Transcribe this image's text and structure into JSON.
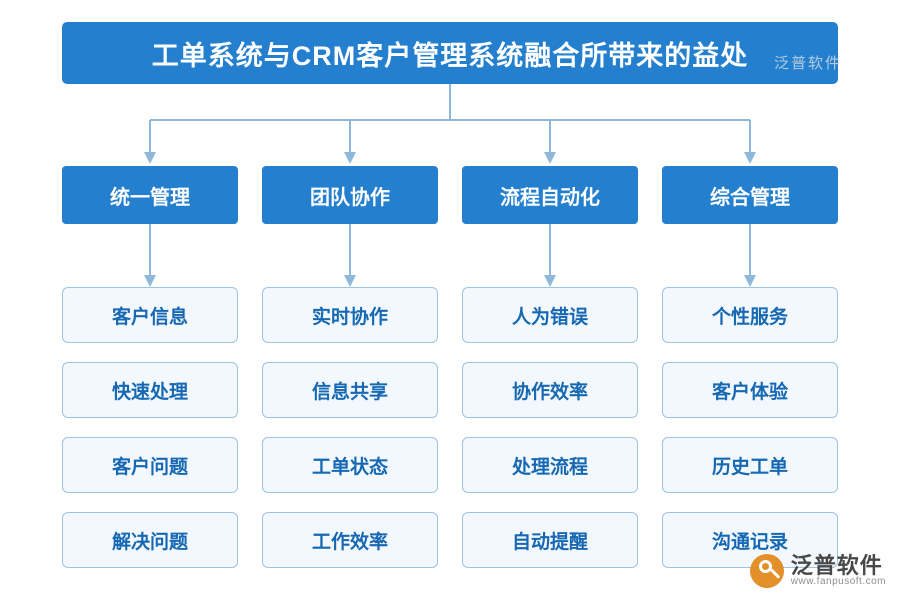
{
  "diagram": {
    "title": "工单系统与CRM客户管理系统融合所带来的益处",
    "columns": [
      {
        "category": "统一管理",
        "items": [
          "客户信息",
          "快速处理",
          "客户问题",
          "解决问题"
        ]
      },
      {
        "category": "团队协作",
        "items": [
          "实时协作",
          "信息共享",
          "工单状态",
          "工作效率"
        ]
      },
      {
        "category": "流程自动化",
        "items": [
          "人为错误",
          "协作效率",
          "处理流程",
          "自动提醒"
        ]
      },
      {
        "category": "综合管理",
        "items": [
          "个性服务",
          "客户体验",
          "历史工单",
          "沟通记录"
        ]
      }
    ]
  },
  "watermark": {
    "top_text": "泛普软件",
    "brand": "泛普软件",
    "url": "www.fanpusoft.com"
  },
  "colors": {
    "primary": "#2480ce",
    "leaf_fill": "#f2f8fd",
    "leaf_border": "#9dc3e6",
    "leaf_text": "#1668b3",
    "connector": "#8fb7d9"
  }
}
